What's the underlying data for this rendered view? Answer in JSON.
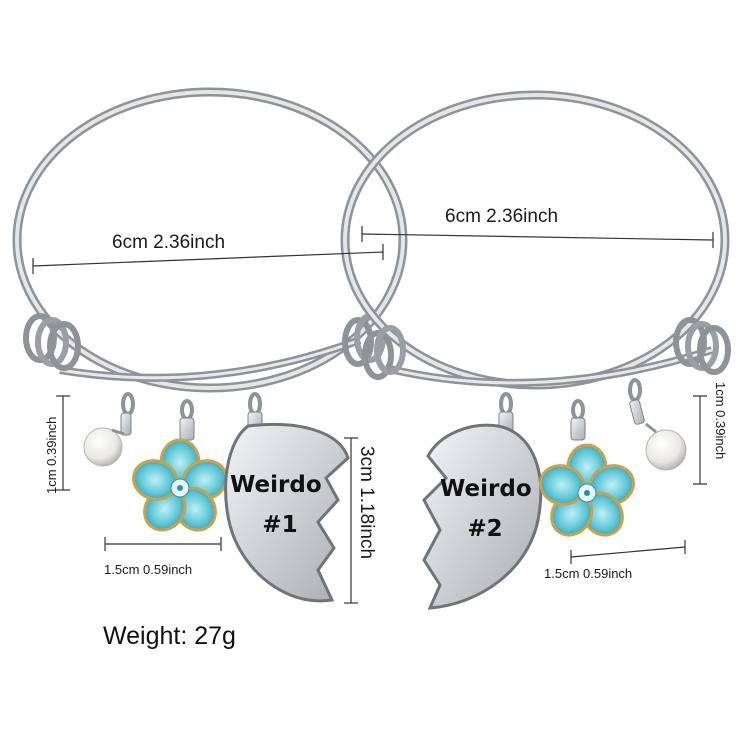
{
  "product": {
    "bangle_left": {
      "diameter_label": "6cm 2.36inch"
    },
    "bangle_right": {
      "diameter_label": "6cm 2.36inch"
    },
    "pendant_left": {
      "line1": "Weirdo",
      "line2": "#1",
      "height_label": "3cm 1.18inch"
    },
    "pendant_right": {
      "line1": "Weirdo",
      "line2": "#2"
    },
    "pearl_left_label": "1cm 0.39inch",
    "pearl_right_label": "1cm 0.39inch",
    "flower_left_label": "1.5cm  0.59inch",
    "flower_right_label": "1.5cm  0.59inch",
    "weight_label": "Weight: 27g"
  },
  "colors": {
    "silver": "#c9ccd1",
    "silver_dark": "#7d8288",
    "flower": "#5cc6d6",
    "flower_dark": "#2d8fa3",
    "gold": "#c9a24a",
    "pearl": "#f4f4f2"
  }
}
